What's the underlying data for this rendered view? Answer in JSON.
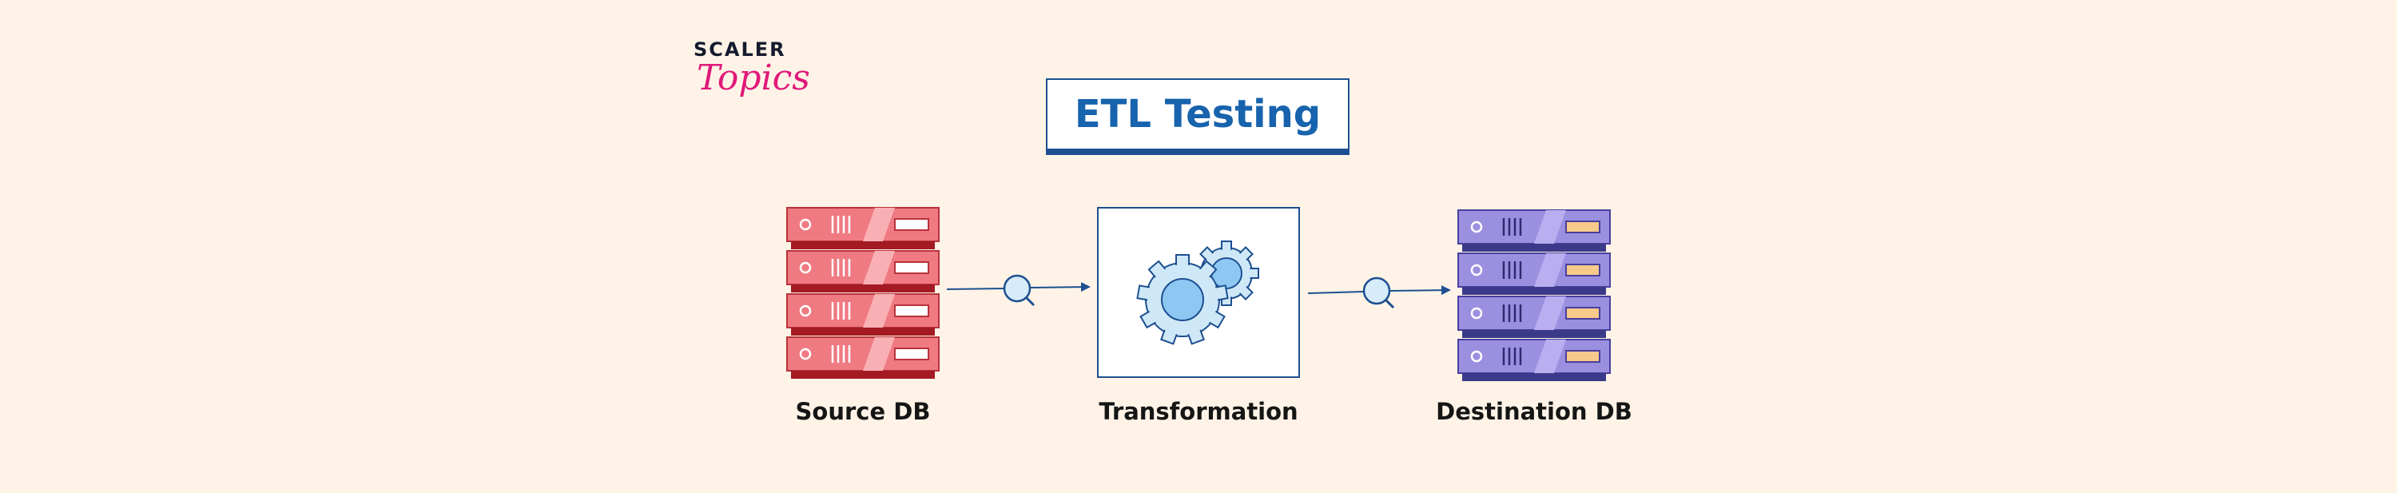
{
  "logo": {
    "brand": "SCALER",
    "sub": "Topics"
  },
  "title": "ETL Testing",
  "nodes": [
    {
      "label": "Source DB",
      "icon": "server-stack-icon",
      "color": "#e8656d"
    },
    {
      "label": "Transformation",
      "icon": "gears-icon",
      "color": "#9fd3f5"
    },
    {
      "label": "Destination DB",
      "icon": "server-stack-icon",
      "color": "#8f82d8"
    }
  ],
  "colors": {
    "background": "#fef3e6",
    "accent": "#1d4f91",
    "title_text": "#1763ad"
  }
}
